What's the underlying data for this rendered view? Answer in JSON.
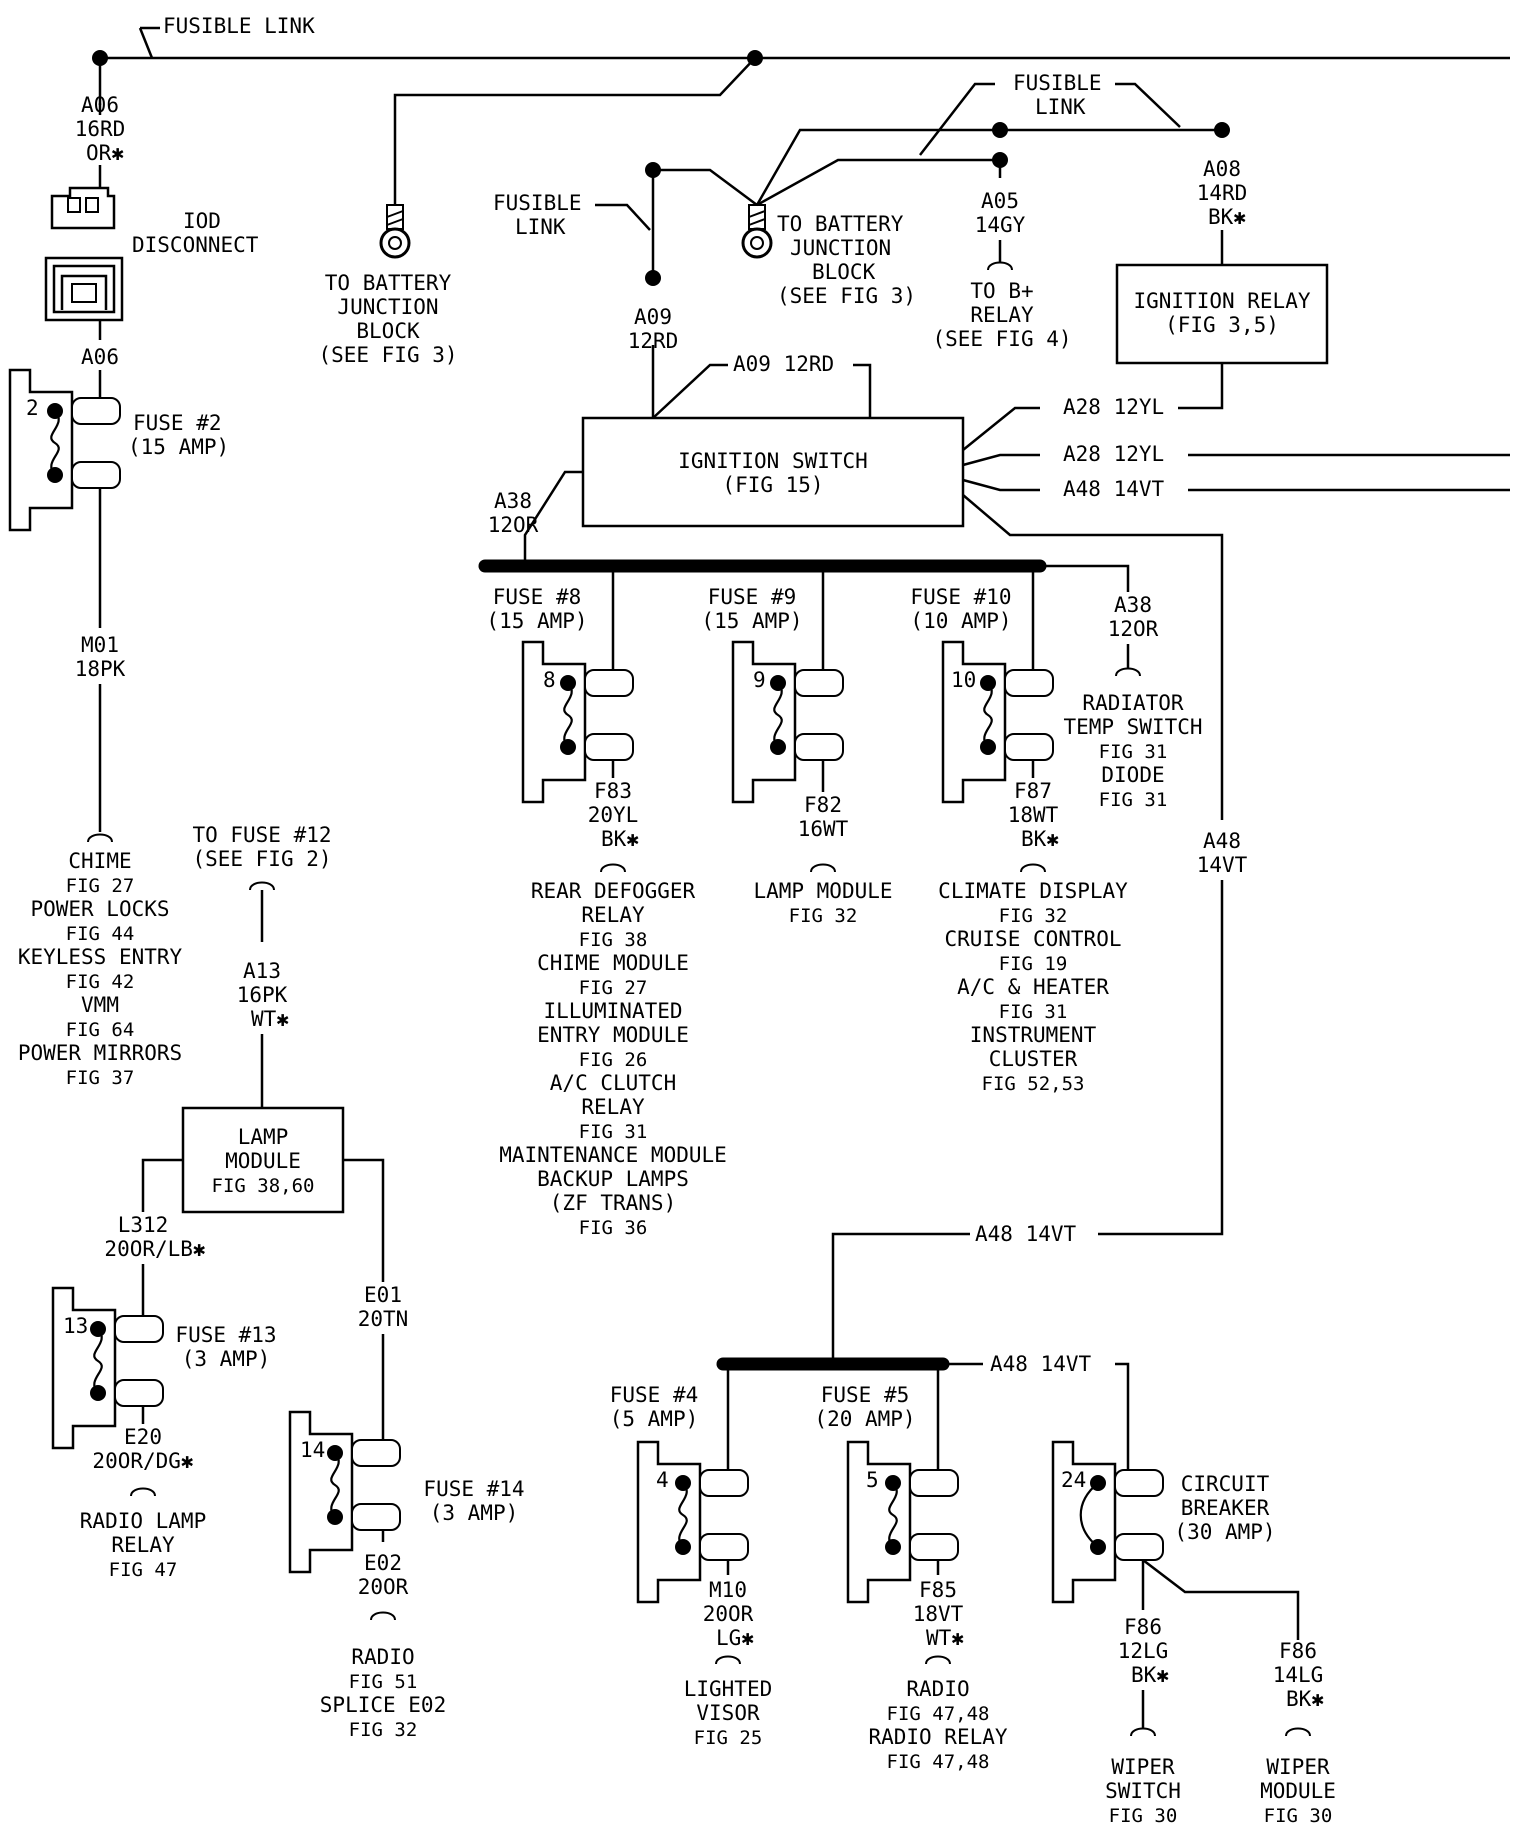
{
  "labels": {
    "fusible_link_top": "FUSIBLE LINK",
    "a06_top_1": "A06",
    "a06_top_2": "16RD",
    "a06_top_3": "OR✱",
    "iod_1": "IOD",
    "iod_2": "DISCONNECT",
    "a06_bot": "A06",
    "fuse2_1": "FUSE #2",
    "fuse2_2": "(15 AMP)",
    "fuse2_num": "2",
    "m01_1": "M01",
    "m01_2": "18PK",
    "chime_1": "CHIME",
    "chime_2": "FIG 27",
    "chime_3": "POWER LOCKS",
    "chime_4": "FIG 44",
    "chime_5": "KEYLESS ENTRY",
    "chime_6": "FIG 42",
    "chime_7": "VMM",
    "chime_8": "FIG 64",
    "chime_9": "POWER MIRRORS",
    "chime_10": "FIG 37",
    "tbj1_1": "TO BATTERY",
    "tbj1_2": "JUNCTION",
    "tbj1_3": "BLOCK",
    "tbj1_4": "(SEE FIG 3)",
    "fl_mid_1": "FUSIBLE",
    "fl_mid_2": "LINK",
    "a09_1": "A09",
    "a09_2": "12RD",
    "a09_top": "A09 12RD",
    "tbj2_1": "TO BATTERY",
    "tbj2_2": "JUNCTION",
    "tbj2_3": "BLOCK",
    "tbj2_4": "(SEE FIG 3)",
    "fl_right_1": "FUSIBLE",
    "fl_right_2": "LINK",
    "a05_1": "A05",
    "a05_2": "14GY",
    "bplus_1": "TO B+",
    "bplus_2": "RELAY",
    "bplus_3": "(SEE FIG 4)",
    "a08_1": "A08",
    "a08_2": "14RD",
    "a08_3": "BK✱",
    "ign_relay_1": "IGNITION RELAY",
    "ign_relay_2": "(FIG 3,5)",
    "a28_1": "A28 12YL",
    "a28_2": "A28 12YL",
    "a48_1": "A48 14VT",
    "ign_sw_1": "IGNITION SWITCH",
    "ign_sw_2": "(FIG 15)",
    "a38_l_1": "A38",
    "a38_l_2": "12OR",
    "fuse8_1": "FUSE #8",
    "fuse8_2": "(15 AMP)",
    "fuse8_num": "8",
    "fuse9_1": "FUSE #9",
    "fuse9_2": "(15 AMP)",
    "fuse9_num": "9",
    "fuse10_1": "FUSE #10",
    "fuse10_2": "(10 AMP)",
    "fuse10_num": "10",
    "a38_r_1": "A38",
    "a38_r_2": "12OR",
    "rad_1": "RADIATOR",
    "rad_2": "TEMP SWITCH",
    "rad_3": "FIG 31",
    "rad_4": "DIODE",
    "rad_5": "FIG 31",
    "f83_1": "F83",
    "f83_2": "20YL",
    "f83_3": "BK✱",
    "rd_1": "REAR DEFOGGER",
    "rd_2": "RELAY",
    "rd_3": "FIG 38",
    "rd_4": "CHIME MODULE",
    "rd_5": "FIG 27",
    "rd_6": "ILLUMINATED",
    "rd_7": "ENTRY MODULE",
    "rd_8": "FIG 26",
    "rd_9": "A/C CLUTCH",
    "rd_10": "RELAY",
    "rd_11": "FIG 31",
    "rd_12": "MAINTENANCE MODULE",
    "rd_13": "BACKUP LAMPS",
    "rd_14": "(ZF TRANS)",
    "rd_15": "FIG 36",
    "f82_1": "F82",
    "f82_2": "16WT",
    "lm_1": "LAMP MODULE",
    "lm_2": "FIG 32",
    "f87_1": "F87",
    "f87_2": "18WT",
    "f87_3": "BK✱",
    "cd_1": "CLIMATE DISPLAY",
    "cd_2": "FIG 32",
    "cd_3": "CRUISE CONTROL",
    "cd_4": "FIG 19",
    "cd_5": "A/C & HEATER",
    "cd_6": "FIG 31",
    "cd_7": "INSTRUMENT",
    "cd_8": "CLUSTER",
    "cd_9": "FIG 52,53",
    "a48_v_1": "A48",
    "a48_v_2": "14VT",
    "tf12_1": "TO FUSE #12",
    "tf12_2": "(SEE FIG 2)",
    "a13_1": "A13",
    "a13_2": "16PK",
    "a13_3": "WT✱",
    "lampmod_1": "LAMP",
    "lampmod_2": "MODULE",
    "lampmod_3": "FIG 38,60",
    "l312_1": "L312",
    "l312_2": "20OR/LB✱",
    "fuse13_1": "FUSE #13",
    "fuse13_2": "(3 AMP)",
    "fuse13_num": "13",
    "e20_1": "E20",
    "e20_2": "20OR/DG✱",
    "rlr_1": "RADIO LAMP",
    "rlr_2": "RELAY",
    "rlr_3": "FIG 47",
    "e01_1": "E01",
    "e01_2": "20TN",
    "fuse14_1": "FUSE #14",
    "fuse14_2": "(3 AMP)",
    "fuse14_num": "14",
    "e02_1": "E02",
    "e02_2": "20OR",
    "radio_1": "RADIO",
    "radio_2": "FIG 51",
    "radio_3": "SPLICE E02",
    "radio_4": "FIG 32",
    "a48_h": "A48 14VT",
    "a48_bus": "A48 14VT",
    "fuse4_1": "FUSE #4",
    "fuse4_2": "(5 AMP)",
    "fuse4_num": "4",
    "fuse5_1": "FUSE #5",
    "fuse5_2": "(20 AMP)",
    "fuse5_num": "5",
    "cb_num": "24",
    "cb_1": "CIRCUIT",
    "cb_2": "BREAKER",
    "cb_3": "(30 AMP)",
    "m10_1": "M10",
    "m10_2": "20OR",
    "m10_3": "LG✱",
    "lv_1": "LIGHTED",
    "lv_2": "VISOR",
    "lv_3": "FIG 25",
    "f85_1": "F85",
    "f85_2": "18VT",
    "f85_3": "WT✱",
    "rr_1": "RADIO",
    "rr_2": "FIG 47,48",
    "rr_3": "RADIO RELAY",
    "rr_4": "FIG 47,48",
    "f86a_1": "F86",
    "f86a_2": "12LG",
    "f86a_3": "BK✱",
    "ws_1": "WIPER",
    "ws_2": "SWITCH",
    "ws_3": "FIG 30",
    "f86b_1": "F86",
    "f86b_2": "14LG",
    "f86b_3": "BK✱",
    "wm_1": "WIPER",
    "wm_2": "MODULE",
    "wm_3": "FIG 30"
  }
}
